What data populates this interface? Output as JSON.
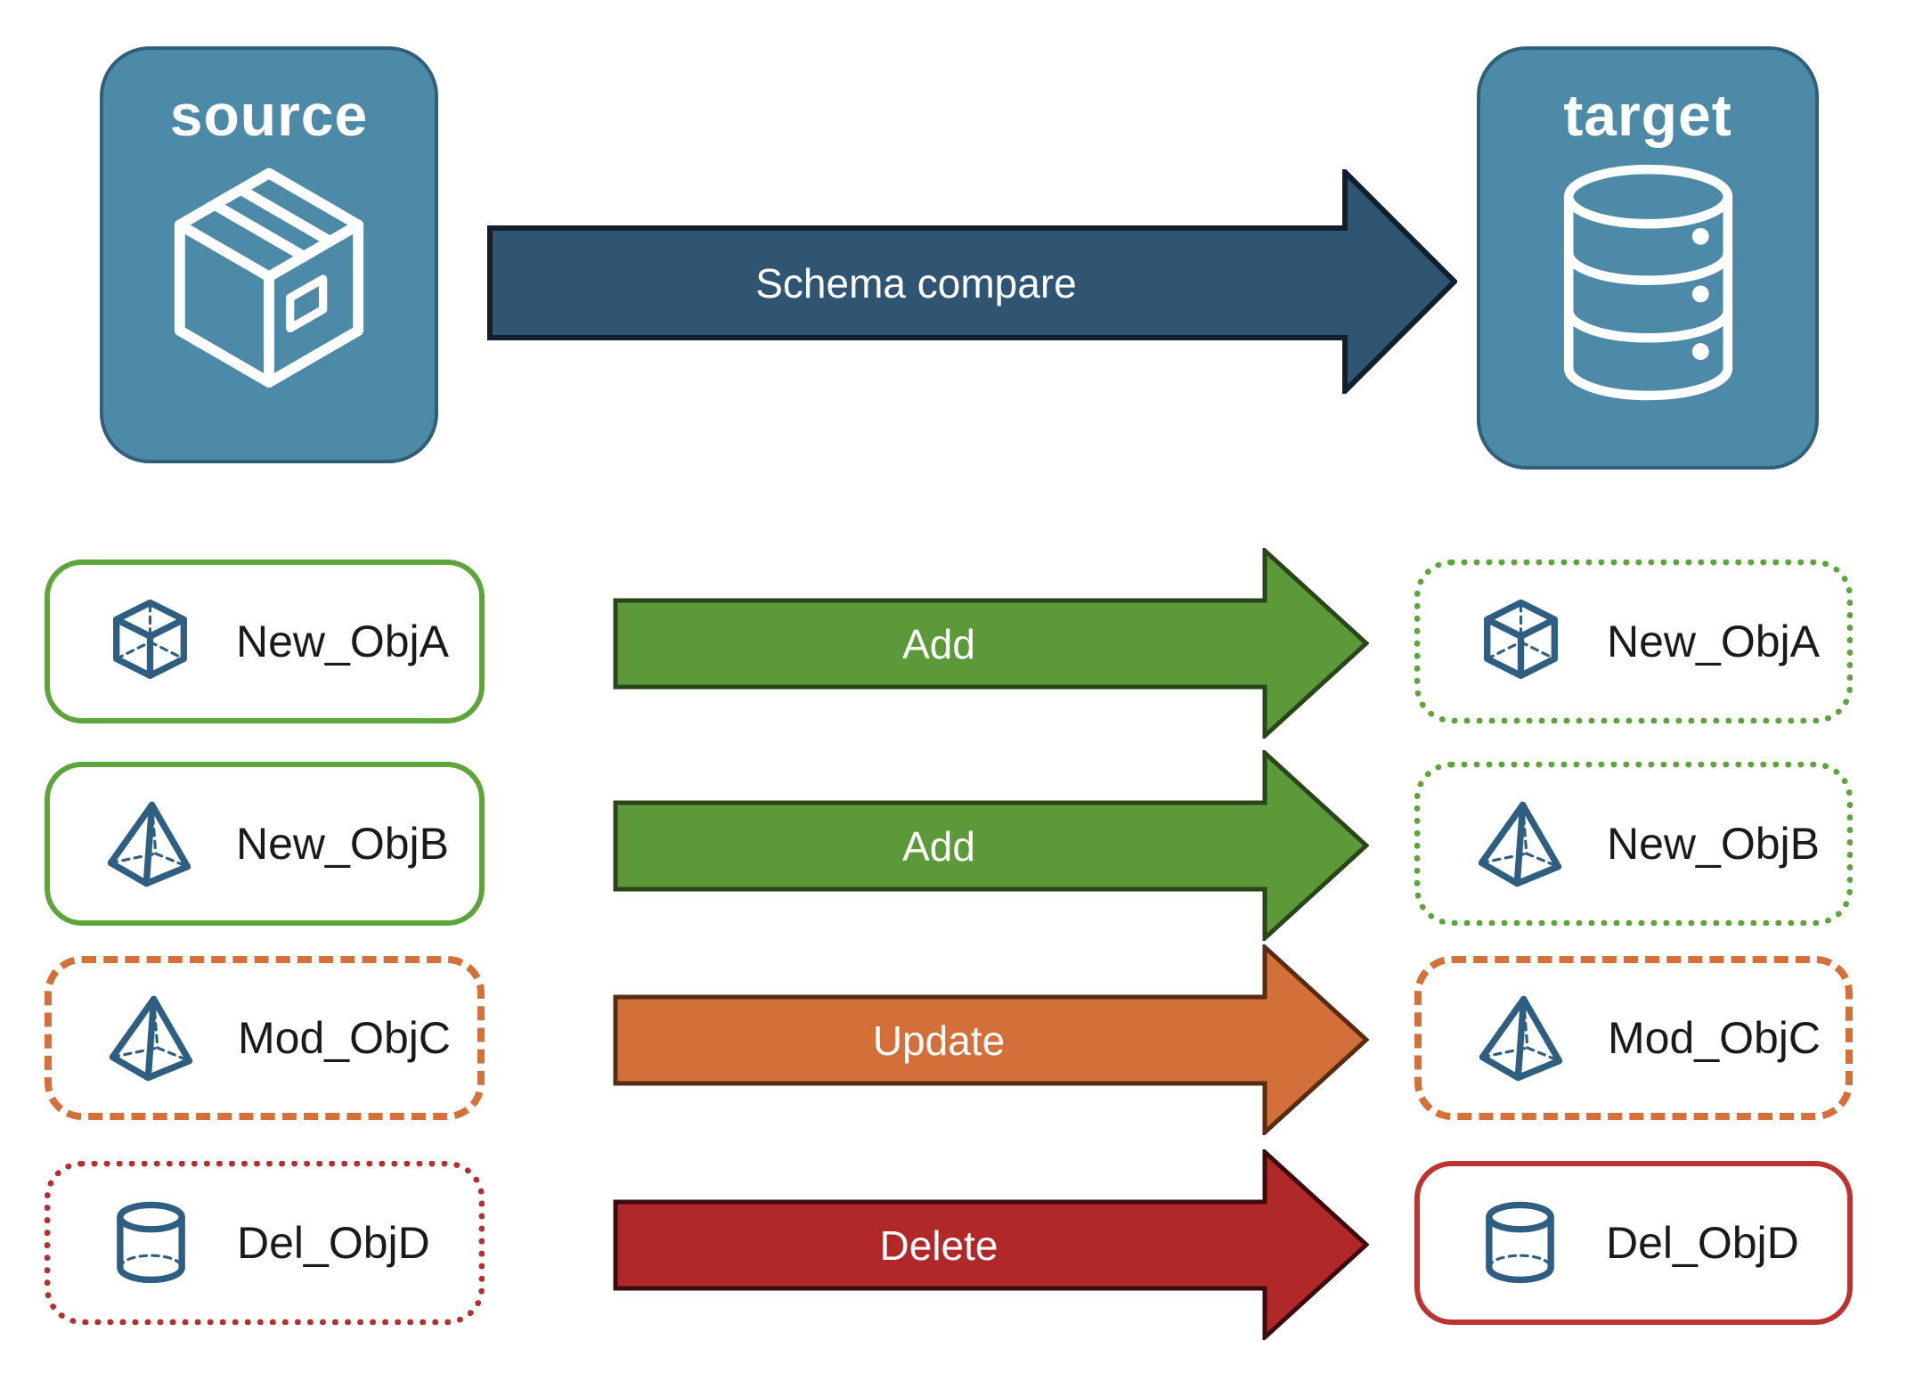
{
  "colors": {
    "blue_fill": "#4d8aa8",
    "blue_border": "#2f6077",
    "navy_fill": "#2f5572",
    "navy_stroke": "#121f2c",
    "green_fill": "#5c9938",
    "green_stroke": "#2a4519",
    "orange_fill": "#d36f38",
    "orange_stroke": "#572c12",
    "red_fill": "#b02828",
    "red_stroke": "#3c0c0c",
    "green_border": "#5da43b",
    "orange_border": "#d4713b",
    "red_border": "#b52f2f",
    "red_border_solid": "#bb3431",
    "icon_blue": "#2e5f82",
    "text": "#1a1a1a"
  },
  "header": {
    "source": {
      "label": "source",
      "icon": "package-icon"
    },
    "target": {
      "label": "target",
      "icon": "database-icon"
    },
    "compare_arrow": {
      "label": "Schema compare"
    }
  },
  "rows": [
    {
      "object": "New_ObjA",
      "action": "Add",
      "icon": "cube-icon",
      "source_border": "solid-green",
      "target_border": "dotted-green"
    },
    {
      "object": "New_ObjB",
      "action": "Add",
      "icon": "pyramid-icon",
      "source_border": "solid-green",
      "target_border": "dotted-green"
    },
    {
      "object": "Mod_ObjC",
      "action": "Update",
      "icon": "pyramid-icon",
      "source_border": "dashed-orange",
      "target_border": "dashed-orange"
    },
    {
      "object": "Del_ObjD",
      "action": "Delete",
      "icon": "cylinder-icon",
      "source_border": "dotted-red",
      "target_border": "solid-red"
    }
  ]
}
